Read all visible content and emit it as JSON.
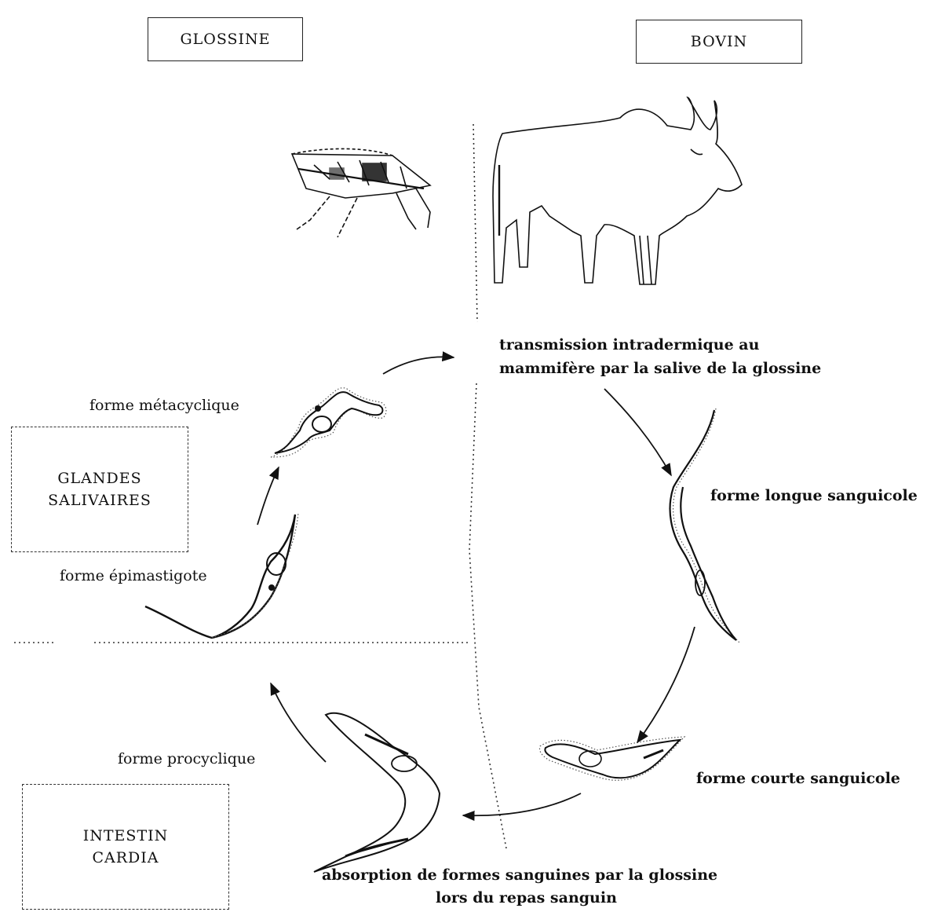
{
  "headers": {
    "left": "GLOSSINE",
    "right": "BOVIN"
  },
  "compartments": {
    "salivary": {
      "line1": "GLANDES",
      "line2": "SALIVAIRES"
    },
    "intestine": {
      "line1": "INTESTIN",
      "line2": "CARDIA"
    }
  },
  "stages": {
    "metacyclic": "forme métacyclique",
    "epimastigote": "forme épimastigote",
    "procyclic": "forme procyclique",
    "long_blood": "forme longue sanguicole",
    "short_blood": "forme courte sanguicole"
  },
  "transmission": {
    "line1": "transmission intradermique au",
    "line2": "mammifère par la salive de la glossine"
  },
  "absorption": {
    "line1": "absorption de formes sanguines par la glossine",
    "line2": "lors du repas sanguin"
  },
  "illustrations": [
    "tsetse-fly-icon",
    "zebu-cattle-icon"
  ]
}
